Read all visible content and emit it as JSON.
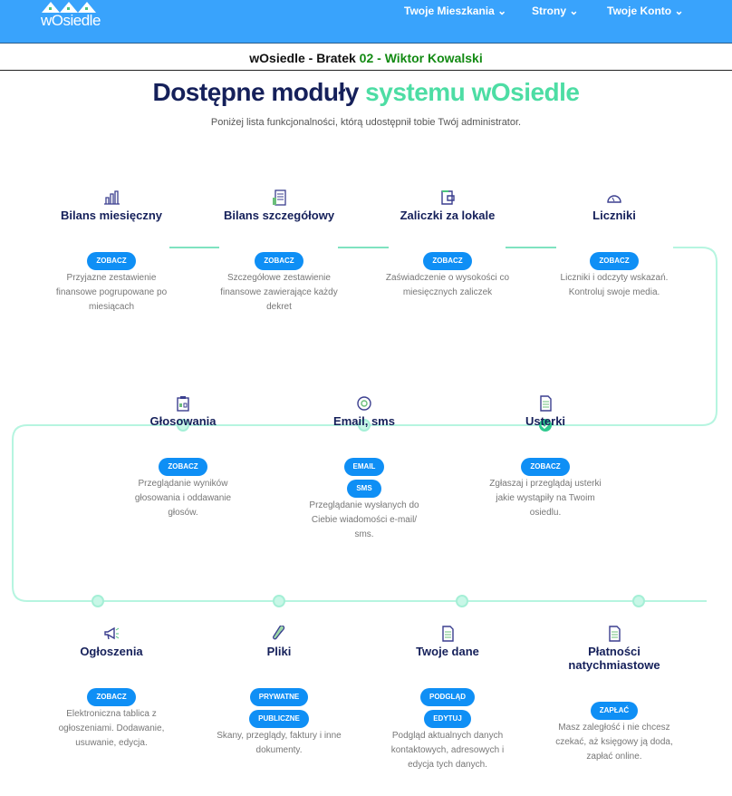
{
  "header": {
    "logo": "wOsiedle",
    "nav": [
      {
        "label": "Twoje Mieszkania"
      },
      {
        "label": "Strony"
      },
      {
        "label": "Twoje Konto"
      }
    ]
  },
  "subheader": {
    "prefix": "wOsiedle - Bratek",
    "number": "02",
    "separator": " - ",
    "user": "Wiktor Kowalski"
  },
  "title": {
    "part1": "Dostępne moduły",
    "part2": "systemu wOsiedle"
  },
  "lead": "Poniżej lista funkcjonalności, którą udostępnił tobie Twój administrator.",
  "colors": {
    "header": "#39a3fc",
    "navy": "#15205a",
    "green": "#4ddda4",
    "button": "#0f8ff5"
  },
  "modules": [
    {
      "title": "Bilans miesięczny",
      "icon": "bar-chart-icon",
      "buttons": [
        "ZOBACZ"
      ],
      "desc": "Przyjazne zestawienie finansowe pogrupowane po miesiącach"
    },
    {
      "title": "Bilans szczegółowy",
      "icon": "report-icon",
      "buttons": [
        "ZOBACZ"
      ],
      "desc": "Szczegółowe zestawienie finansowe zawierające każdy dekret"
    },
    {
      "title": "Zaliczki za lokale",
      "icon": "wallet-icon",
      "buttons": [
        "ZOBACZ"
      ],
      "desc": "Zaświadczenie o wysokości co miesięcznych zaliczek"
    },
    {
      "title": "Liczniki",
      "icon": "gauge-icon",
      "buttons": [
        "ZOBACZ"
      ],
      "desc": "Liczniki i odczyty wskazań. Kontroluj swoje media."
    },
    {
      "title": "Głosowania",
      "icon": "ballot-icon",
      "buttons": [
        "ZOBACZ"
      ],
      "desc": "Przeglądanie wyników głosowania i oddawanie głosów."
    },
    {
      "title": "Email, sms",
      "icon": "at-icon",
      "buttons": [
        "EMAIL",
        "SMS"
      ],
      "desc": "Przeglądanie wysłanych do Ciebie wiadomości e-mail/ sms."
    },
    {
      "title": "Usterki",
      "icon": "document-icon",
      "buttons": [
        "ZOBACZ"
      ],
      "desc": "Zgłaszaj i przeglądaj usterki jakie wystąpiły na Twoim osiedlu."
    },
    {
      "title": "Ogłoszenia",
      "icon": "megaphone-icon",
      "buttons": [
        "ZOBACZ"
      ],
      "desc": "Elektroniczna tablica z ogłoszeniami. Dodawanie, usuwanie, edycja."
    },
    {
      "title": "Pliki",
      "icon": "paperclip-icon",
      "buttons": [
        "PRYWATNE",
        "PUBLICZNE"
      ],
      "desc": "Skany, przeglądy, faktury i inne dokumenty."
    },
    {
      "title": "Twoje dane",
      "icon": "document-icon",
      "buttons": [
        "PODGLĄD",
        "EDYTUJ"
      ],
      "desc": "Podgląd aktualnych danych kontaktowych, adresowych i edycja tych danych."
    },
    {
      "title": "Płatności natychmiastowe",
      "icon": "document-icon",
      "buttons": [
        "ZAPŁAĆ"
      ],
      "desc": "Masz zaległość i nie chcesz czekać, aż księgowy ją doda, zapłać online."
    }
  ]
}
